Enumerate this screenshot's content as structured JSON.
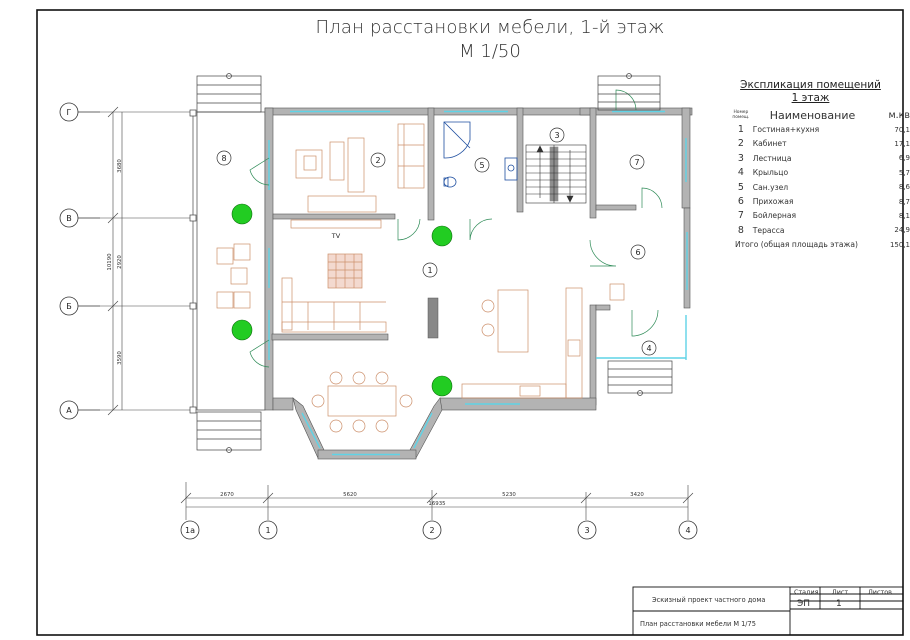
{
  "sheet": {
    "title": "План расстановки мебели, 1-й этаж",
    "scale": "М 1/50"
  },
  "rooms": [
    {
      "id": "1"
    },
    {
      "id": "2"
    },
    {
      "id": "3"
    },
    {
      "id": "4"
    },
    {
      "id": "5"
    },
    {
      "id": "6"
    },
    {
      "id": "7"
    },
    {
      "id": "8"
    }
  ],
  "tv_label": "TV",
  "axes": {
    "vertical": [
      "1а",
      "1",
      "2",
      "3",
      "4"
    ],
    "horizontal": [
      "Г",
      "В",
      "Б",
      "А"
    ]
  },
  "dimensions": {
    "bottom": [
      "2670",
      "5620",
      "5230",
      "3420"
    ],
    "bottom_total": "16935",
    "left": [
      "3680",
      "2920",
      "3590"
    ],
    "left_total": "10190"
  },
  "explication": {
    "title": "Экспликация помещений",
    "subtitle": "1  этаж",
    "headers": {
      "number": "Номер помещ.",
      "name": "Наименование",
      "area": "м.кв"
    },
    "rows": [
      {
        "no": "1",
        "name": "Гостиная+кухня",
        "area": "70,1"
      },
      {
        "no": "2",
        "name": "Кабинет",
        "area": "17,1"
      },
      {
        "no": "3",
        "name": "Лестница",
        "area": "6,9"
      },
      {
        "no": "4",
        "name": "Крыльцо",
        "area": "5,7"
      },
      {
        "no": "5",
        "name": "Сан.узел",
        "area": "8,6"
      },
      {
        "no": "6",
        "name": "Прихожая",
        "area": "8,7"
      },
      {
        "no": "7",
        "name": "Бойлерная",
        "area": "8,1"
      },
      {
        "no": "8",
        "name": "Терасса",
        "area": "24,9"
      }
    ],
    "total_label": "Итого (общая площадь этажа)",
    "total_value": "150,1"
  },
  "stamp": {
    "project": "Эскизный проект частного дома",
    "sheet_name": "План расстановки мебели М 1/75",
    "stage_label": "Стадия",
    "sheet_label": "Лист",
    "sheets_label": "Листов",
    "stage_value": "ЭП",
    "sheet_value": "1"
  },
  "colors": {
    "wall": "#b3b3b3",
    "wall_stroke": "#555555",
    "furniture": "#cc8f6a",
    "window": "#5fd3e6",
    "door": "#2e8b57",
    "plant": "#22cc22",
    "line": "#333333"
  }
}
